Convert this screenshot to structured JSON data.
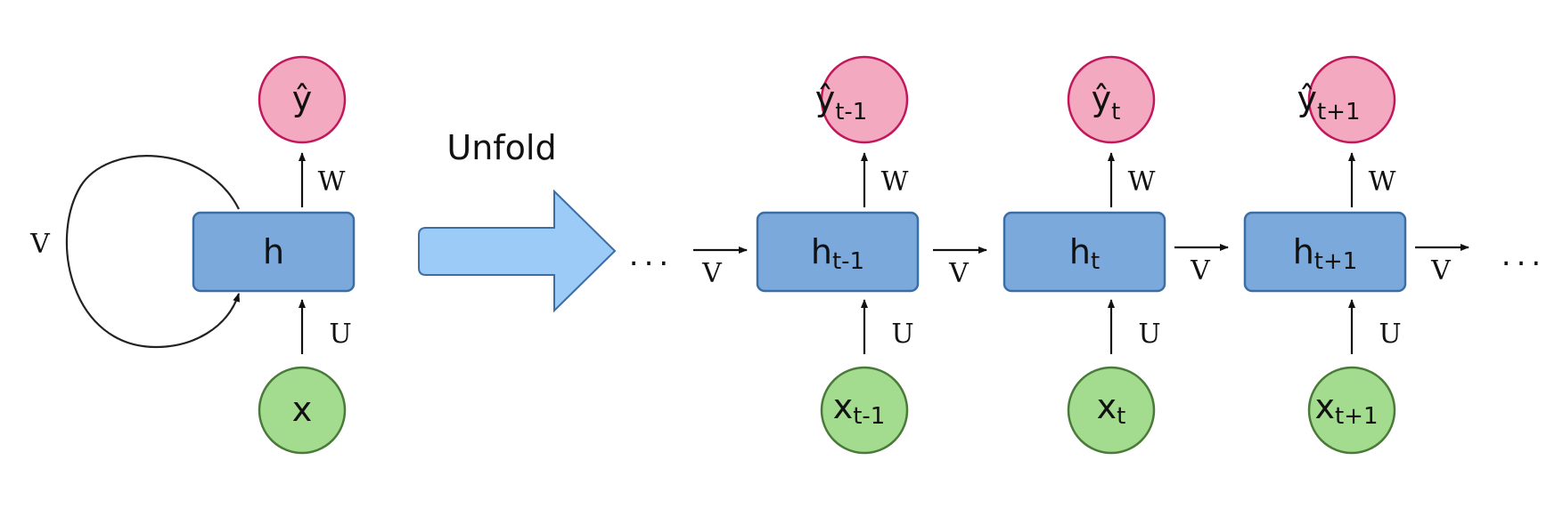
{
  "title": "Unfold",
  "folded": {
    "hidden": "h",
    "output": "ŷ",
    "input": "x",
    "weights": {
      "recurrent": "V",
      "output": "W",
      "input": "U"
    }
  },
  "unfolded": {
    "ellipsis": "...",
    "steps": [
      {
        "hidden": "h",
        "hidden_sub": "t-1",
        "output": "ŷ",
        "output_sub": "t-1",
        "input": "x",
        "input_sub": "t-1",
        "w": "W",
        "u": "U",
        "v_in": "V"
      },
      {
        "hidden": "h",
        "hidden_sub": "t",
        "output": "ŷ",
        "output_sub": "t",
        "input": "x",
        "input_sub": "t",
        "w": "W",
        "u": "U",
        "v_in": "V"
      },
      {
        "hidden": "h",
        "hidden_sub": "t+1",
        "output": "ŷ",
        "output_sub": "t+1",
        "input": "x",
        "input_sub": "t+1",
        "w": "W",
        "u": "U",
        "v_in": "V"
      }
    ],
    "v_out": "V"
  },
  "colors": {
    "output_fill": "#f3a9bf",
    "output_stroke": "#c2185b",
    "hidden_fill": "#7ba9db",
    "hidden_stroke": "#3b6ea5",
    "input_fill": "#a3dc8e",
    "input_stroke": "#4a7a3a",
    "arrow_fill": "#9ccbf7",
    "arrow_stroke": "#3b6ea5"
  }
}
